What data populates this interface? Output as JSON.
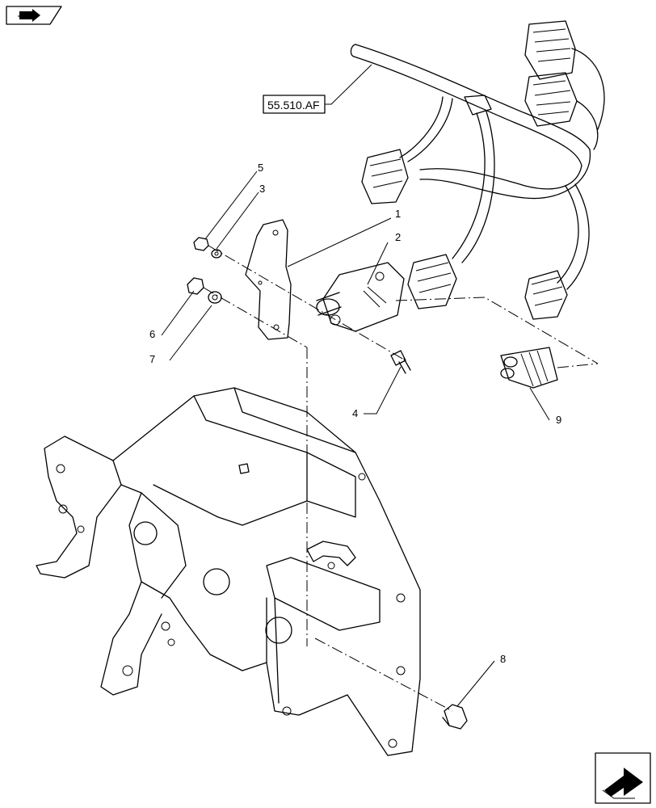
{
  "diagram": {
    "reference_label": "55.510.AF",
    "callouts": [
      "1",
      "2",
      "3",
      "4",
      "5",
      "6",
      "7",
      "8",
      "9"
    ],
    "icons": {
      "top_left": "book-arrow-icon",
      "bottom_right": "next-page-arrow-icon"
    }
  }
}
